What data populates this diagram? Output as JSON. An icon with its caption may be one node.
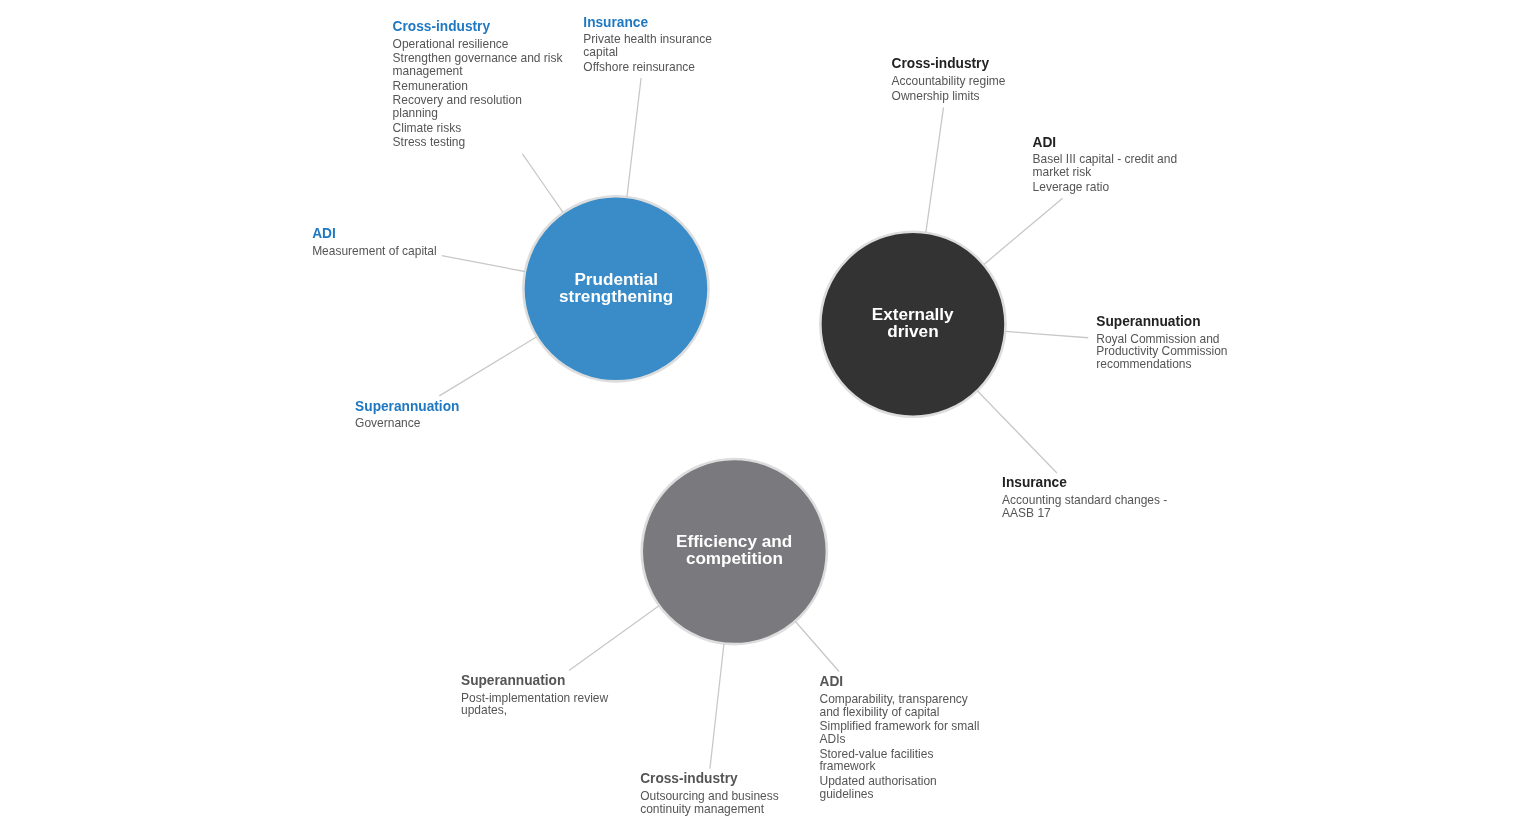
{
  "diagram": {
    "nodes": [
      {
        "text": [
          "Prudential strengthening"
        ]
      },
      {
        "text": [
          "Efficiency and competition"
        ]
      },
      {
        "text": [
          "Externally driven"
        ]
      },
      {
        "text": [
          "ADI",
          "Measurement of capital"
        ]
      },
      {
        "text": [
          "Insurance",
          "Private health insurance capital",
          "Offshore reinsurance"
        ]
      },
      {
        "text": [
          "Cross-industry",
          "Operational resilience",
          "Strengthen governance and risk management",
          "Remuneration",
          "Recovery and resolution planning",
          "Climate risks",
          "Stress testing"
        ]
      },
      {
        "text": [
          "Superannuation",
          "Governance"
        ]
      },
      {
        "text": [
          "ADI",
          "Comparability, transparency and flexibility of capital",
          "Simplified framework for small ADIs",
          "Stored-value facilities framework",
          "Updated authorisation guidelines"
        ]
      },
      {
        "text": [
          "Superannuation",
          "Post-implementation review updates,"
        ]
      },
      {
        "text": [
          "Cross-industry",
          "Outsourcing and business continuity management"
        ]
      },
      {
        "text": [
          "ADI",
          "Basel III capital - credit and market risk",
          "Leverage ratio"
        ]
      },
      {
        "text": [
          "Insurance",
          "Accounting standard changes - AASB 17"
        ]
      },
      {
        "text": [
          "Superannuation",
          "Royal Commission and Productivity Commission recommendations"
        ]
      },
      {
        "text": [
          "Cross-industry",
          "Accountability regime",
          "Ownership limits"
        ]
      }
    ],
    "edges": [
      {
        "from": 3,
        "to": 0,
        "arrow": "none"
      },
      {
        "from": 4,
        "to": 0,
        "arrow": "none"
      },
      {
        "from": 5,
        "to": 0,
        "arrow": "none"
      },
      {
        "from": 6,
        "to": 0,
        "arrow": "none"
      },
      {
        "from": 7,
        "to": 1,
        "arrow": "none"
      },
      {
        "from": 8,
        "to": 1,
        "arrow": "none"
      },
      {
        "from": 9,
        "to": 1,
        "arrow": "none"
      },
      {
        "from": 10,
        "to": 2,
        "arrow": "none"
      },
      {
        "from": 11,
        "to": 2,
        "arrow": "none"
      },
      {
        "from": 12,
        "to": 2,
        "arrow": "none"
      },
      {
        "from": 13,
        "to": 2,
        "arrow": "none"
      }
    ]
  }
}
